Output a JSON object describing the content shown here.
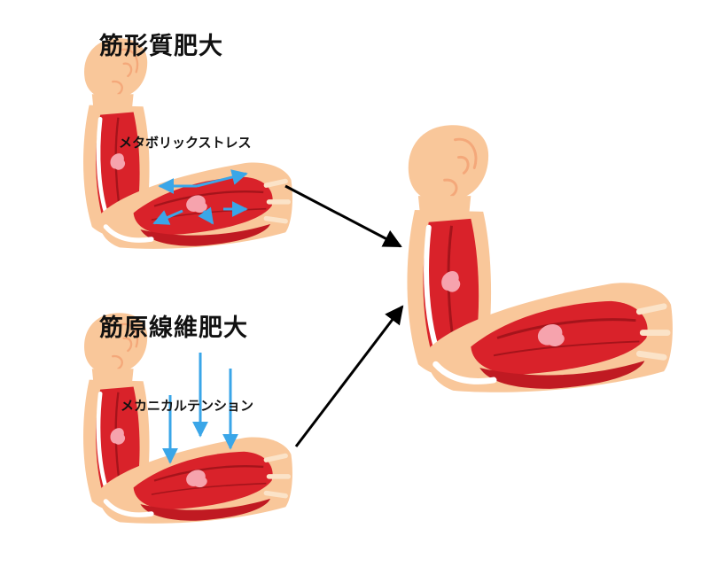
{
  "headings": {
    "sarcoplasmic": "筋形質肥大",
    "myofibrillar": "筋原線維肥大"
  },
  "labels": {
    "metabolic_stress": "メタボリックストレス",
    "mechanical_tension": "メカニカルテンション"
  },
  "colors": {
    "skin": "#f9c79a",
    "skin_outline": "#f4a87a",
    "muscle": "#d9222a",
    "muscle_dark": "#a5141b",
    "tendon": "#ffffff",
    "highlight": "#f6a3ad",
    "stress_arrows": "#3aa6e8",
    "flow_arrows": "#000000"
  },
  "icons": {
    "arm": "flexed-arm-muscle-icon"
  }
}
